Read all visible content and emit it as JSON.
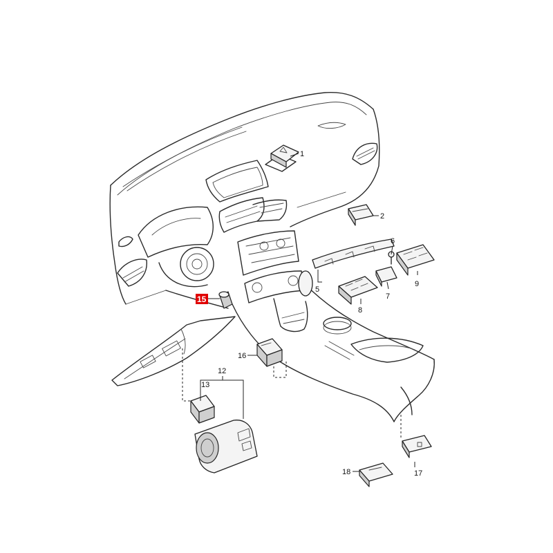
{
  "diagram": {
    "highlight_color": "#e00000",
    "callouts": [
      {
        "id": "c1",
        "label": "1"
      },
      {
        "id": "c2",
        "label": "2"
      },
      {
        "id": "c5",
        "label": "5"
      },
      {
        "id": "c6",
        "label": "6"
      },
      {
        "id": "c7",
        "label": "7"
      },
      {
        "id": "c8",
        "label": "8"
      },
      {
        "id": "c9",
        "label": "9"
      },
      {
        "id": "c12",
        "label": "12"
      },
      {
        "id": "c13",
        "label": "13"
      },
      {
        "id": "c15",
        "label": "15",
        "highlighted": true
      },
      {
        "id": "c16",
        "label": "16"
      },
      {
        "id": "c17",
        "label": "17"
      },
      {
        "id": "c18",
        "label": "18"
      }
    ]
  }
}
